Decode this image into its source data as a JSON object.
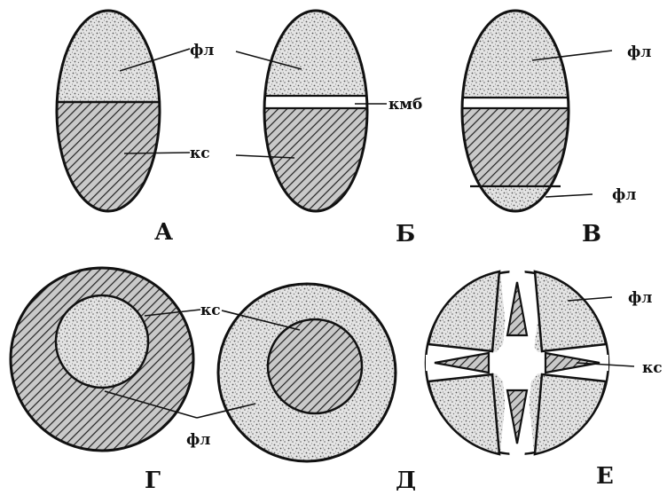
{
  "labels": {
    "phloem": "фл",
    "xylem": "кс",
    "cambium": "кмб"
  },
  "captions": [
    "А",
    "Б",
    "В",
    "Г",
    "Д",
    "Е"
  ],
  "legend": {
    "stippled": "фл",
    "hatched": "кс"
  }
}
